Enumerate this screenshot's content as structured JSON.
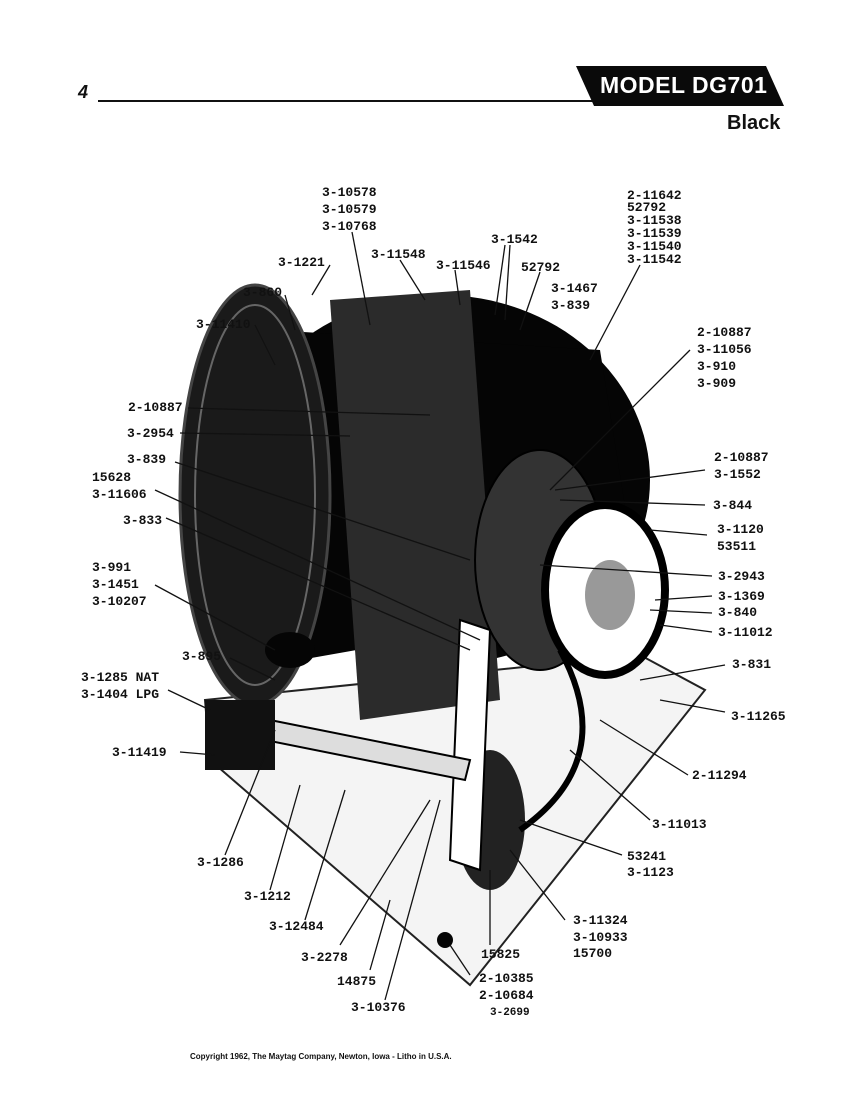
{
  "page_number": "4",
  "model": "MODEL DG701",
  "finish": "Black",
  "labels": [
    "3-10578",
    "3-10579",
    "3-10768",
    "3-1221",
    "3-11548",
    "3-11546",
    "3-1542",
    "52792",
    "2-11642",
    "52792",
    "3-11538",
    "3-11539",
    "3-11540",
    "3-11542",
    "3-1467",
    "3-839",
    "3-860",
    "3-11410",
    "2-10887",
    "3-11056",
    "3-910",
    "3-909",
    "2-10887",
    "3-2954",
    "3-839",
    "15628",
    "3-11606",
    "2-10887",
    "3-1552",
    "3-844",
    "3-833",
    "3-1120",
    "53511",
    "3-991",
    "3-1451",
    "3-10207",
    "3-2943",
    "3-1369",
    "3-840",
    "3-11012",
    "3-895",
    "3-1285 NAT",
    "3-1404 LPG",
    "3-831",
    "3-11265",
    "3-11419",
    "2-11294",
    "3-11013",
    "53241",
    "3-1123",
    "3-1286",
    "3-1212",
    "3-12484",
    "3-11324",
    "3-10933",
    "15700",
    "3-2278",
    "15825",
    "14875",
    "2-10385",
    "3-10376",
    "2-10684",
    "3-2699"
  ],
  "copyright": "Copyright 1962, The Maytag Company, Newton, Iowa - Litho in U.S.A."
}
